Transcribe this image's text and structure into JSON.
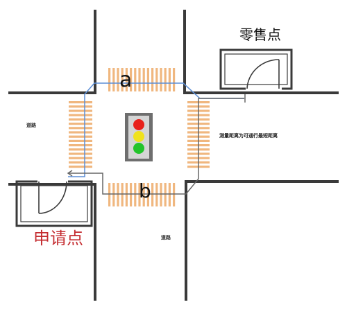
{
  "labels": {
    "retail_point": "零售点",
    "apply_point": "申请点",
    "segment_a": "a",
    "segment_b": "b",
    "road_left": "道路",
    "road_bottom": "道路",
    "measure_note": "测量距离为可通行最短距离"
  },
  "colors": {
    "road_line": "#3a3a3a",
    "crosswalk": "#f0b77f",
    "path_blue": "#5b8ed6",
    "path_gray": "#666666",
    "signal_red": "#e8211b",
    "signal_yellow": "#f0e21c",
    "signal_green": "#22c42a",
    "apply_label": "#c42b2f"
  },
  "icons": {
    "traffic_light": "traffic-light-icon",
    "door": "door-swing-icon"
  }
}
